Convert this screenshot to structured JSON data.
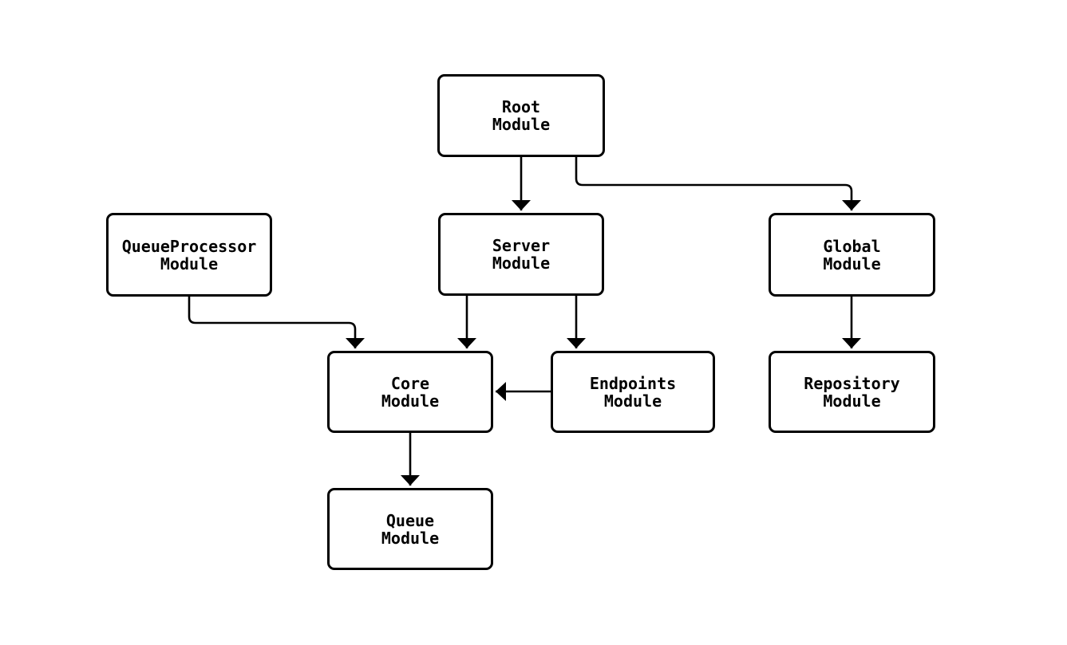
{
  "diagram": {
    "type": "module-dependency-graph",
    "colors": {
      "background": "#ffffff",
      "node_border": "#000000",
      "node_fill": "#ffffff",
      "edge_stroke": "#000000",
      "text": "#000000"
    },
    "nodes": [
      {
        "id": "root",
        "line1": "Root",
        "line2": "Module"
      },
      {
        "id": "queueprocessor",
        "line1": "QueueProcessor",
        "line2": "Module"
      },
      {
        "id": "server",
        "line1": "Server",
        "line2": "Module"
      },
      {
        "id": "global",
        "line1": "Global",
        "line2": "Module"
      },
      {
        "id": "core",
        "line1": "Core",
        "line2": "Module"
      },
      {
        "id": "endpoints",
        "line1": "Endpoints",
        "line2": "Module"
      },
      {
        "id": "repository",
        "line1": "Repository",
        "line2": "Module"
      },
      {
        "id": "queue",
        "line1": "Queue",
        "line2": "Module"
      }
    ],
    "edges": [
      {
        "from": "Root Module",
        "to": "Server Module"
      },
      {
        "from": "Root Module",
        "to": "Global Module"
      },
      {
        "from": "QueueProcessor Module",
        "to": "Core Module"
      },
      {
        "from": "Server Module",
        "to": "Core Module"
      },
      {
        "from": "Server Module",
        "to": "Endpoints Module"
      },
      {
        "from": "Endpoints Module",
        "to": "Core Module"
      },
      {
        "from": "Global Module",
        "to": "Repository Module"
      },
      {
        "from": "Core Module",
        "to": "Queue Module"
      }
    ]
  }
}
